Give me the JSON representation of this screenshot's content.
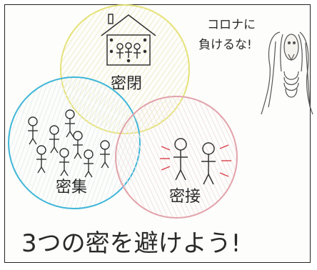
{
  "illustration": {
    "circles": {
      "closed": {
        "label": "密閉",
        "color": "#e6e27a"
      },
      "crowded": {
        "label": "密集",
        "color": "#3fb6d8"
      },
      "close_contact": {
        "label": "密接",
        "color": "#e2a3ab"
      }
    },
    "callout": [
      "コロナに",
      "負けるな!"
    ],
    "slogan": "3つの密を避けよう!",
    "icons": [
      "house-icon",
      "people-icon",
      "amabie-figure-icon"
    ]
  }
}
